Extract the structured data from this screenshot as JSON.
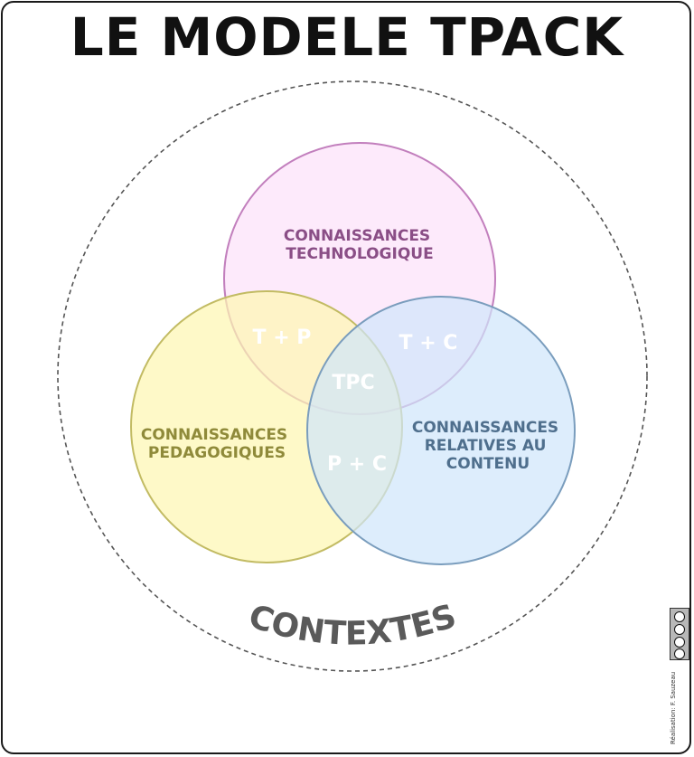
{
  "title": "LE MODELE TPACK",
  "circles": {
    "technology": {
      "label_line1": "CONNAISSANCES",
      "label_line2": "TECHNOLOGIQUE",
      "fill": "#fde6fa",
      "stroke": "#c27fbd",
      "text_color": "#8a4e86"
    },
    "pedagogy": {
      "label_line1": "CONNAISSANCES",
      "label_line2": "PEDAGOGIQUES",
      "fill": "#fdf6b0",
      "stroke": "#c2bb63",
      "text_color": "#8f8a3a"
    },
    "content": {
      "label_line1": "CONNAISSANCES",
      "label_line2": "RELATIVES AU",
      "label_line3": "CONTENU",
      "fill": "#cfe6fb",
      "stroke": "#7a9dbd",
      "text_color": "#4f6f8d"
    }
  },
  "intersections": {
    "tp": "T + P",
    "tc": "T + C",
    "pc": "P + C",
    "tpc": "TPC"
  },
  "context_label": "CONTEXTES",
  "credit": "Réalisation: F. Sauzeau",
  "license_icon": "cc-by-nc-sa-icon"
}
